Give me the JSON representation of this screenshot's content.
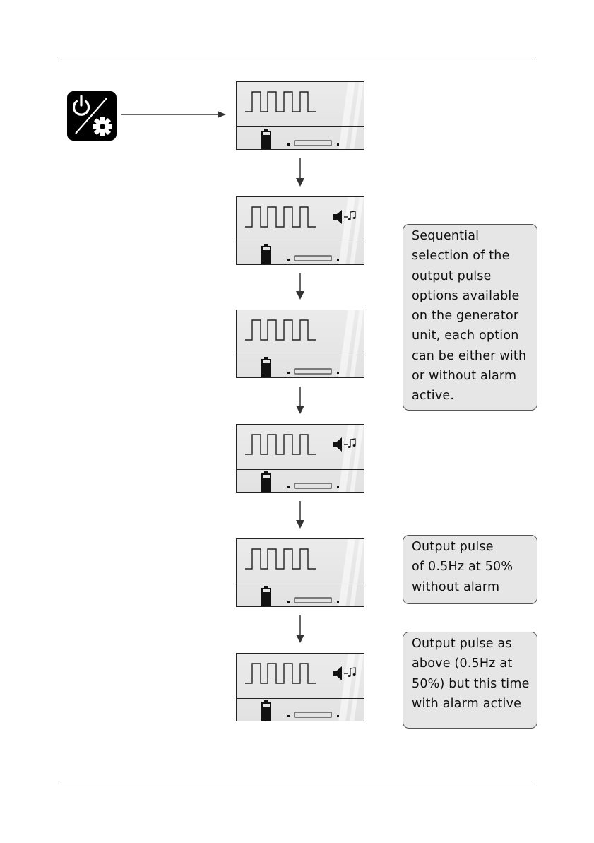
{
  "icons": {
    "settings_key": "power-settings-icon",
    "alarm": "speaker-music-note-icon",
    "battery": "battery-icon",
    "waveform": "square-wave-icon",
    "level": "level-bar-icon"
  },
  "screens": [
    {
      "alarm": false
    },
    {
      "alarm": true
    },
    {
      "alarm": false
    },
    {
      "alarm": true
    },
    {
      "alarm": false
    },
    {
      "alarm": true
    }
  ],
  "notes": {
    "sequential": "Sequential\nselection of the\noutput pulse\noptions available\non the generator\nunit, each option\ncan be either with\nor without alarm\nactive.",
    "without_alarm": "Output pulse\nof 0.5Hz at 50%\nwithout alarm",
    "with_alarm": "Output pulse as\nabove (0.5Hz at\n50%) but this time\nwith alarm active"
  },
  "colors": {
    "lcd_background": "#e4e4e4",
    "note_background": "#e6e6e6",
    "key_background": "#000000"
  }
}
